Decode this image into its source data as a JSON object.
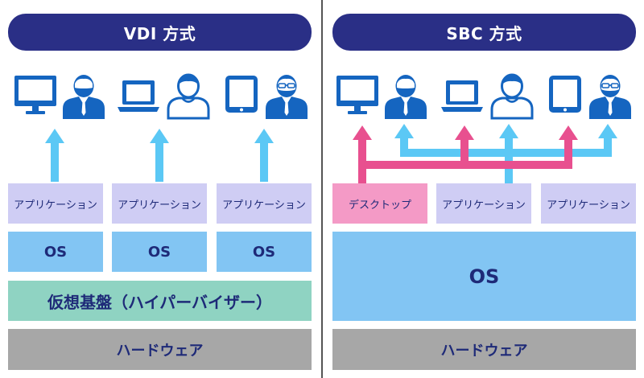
{
  "vdi": {
    "title": "VDI 方式",
    "apps": [
      "アプリケーション",
      "アプリケーション",
      "アプリケーション"
    ],
    "os": [
      "OS",
      "OS",
      "OS"
    ],
    "hypervisor": "仮想基盤（ハイパーバイザー）",
    "hardware": "ハードウェア"
  },
  "sbc": {
    "title": "SBC 方式",
    "desktop": "デスクトップ",
    "apps": [
      "アプリケーション",
      "アプリケーション"
    ],
    "os": "OS",
    "hardware": "ハードウェア"
  },
  "icons": [
    "desktop-monitor-icon",
    "laptop-icon",
    "tablet-icon",
    "user-icon"
  ],
  "colors": {
    "header": "#2a2f86",
    "device": "#1565c0",
    "arrow_app": "#5bc8f5",
    "arrow_desktop": "#e8508f",
    "app_box": "#cfcdf4",
    "desktop_box": "#f49ac6",
    "os_box": "#82c5f3",
    "hypervisor_box": "#8fd3c2",
    "hardware_box": "#a7a7a7"
  }
}
